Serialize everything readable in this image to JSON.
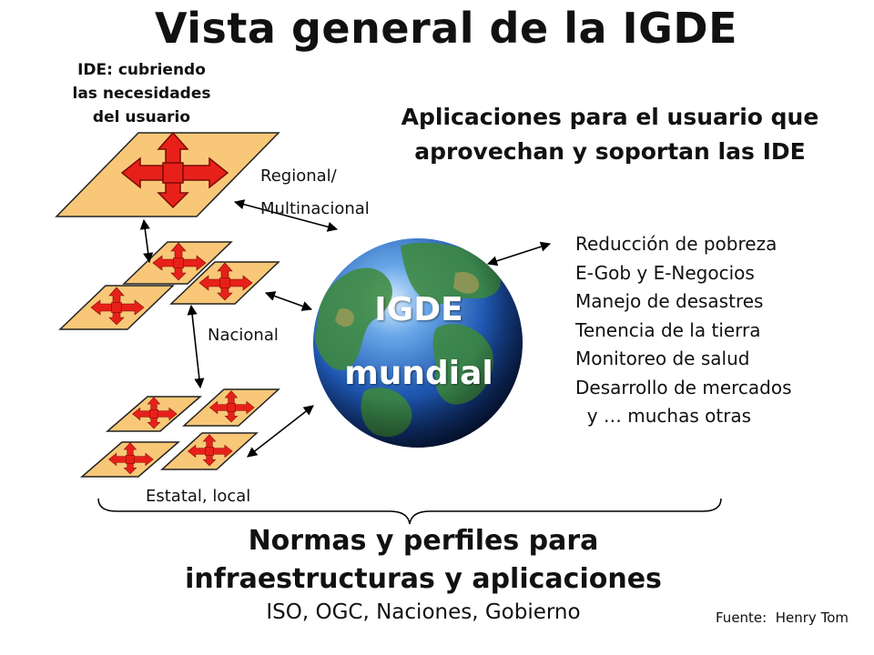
{
  "title": "Vista general de la IGDE",
  "left_heading": [
    "IDE: cubriendo",
    "las necesidades",
    "del usuario"
  ],
  "apps_heading": [
    "Aplicaciones para el usuario que",
    "aprovechan y soportan las IDE"
  ],
  "levels": {
    "regional": [
      "Regional/",
      "Multinacional"
    ],
    "nacional": "Nacional",
    "estatal": "Estatal, local"
  },
  "globe_label": [
    "IGDE",
    "mundial"
  ],
  "applications": [
    "Reducción de pobreza",
    "E-Gob y E-Negocios",
    "Manejo de desastres",
    "Tenencia de la tierra",
    "Monitoreo de salud",
    "Desarrollo de mercados",
    "  y … muchas otras"
  ],
  "norms_heading": [
    "Normas y perfiles para",
    "infraestructuras y aplicaciones"
  ],
  "norms_sub": "ISO, OGC, Naciones, Gobierno",
  "source": "Fuente:  Henry Tom",
  "colors": {
    "tile_fill": "#F8C878",
    "arrow_fill": "#E8201A",
    "globe_ocean": "#1E56B0",
    "globe_land": "#3E8A3A"
  }
}
